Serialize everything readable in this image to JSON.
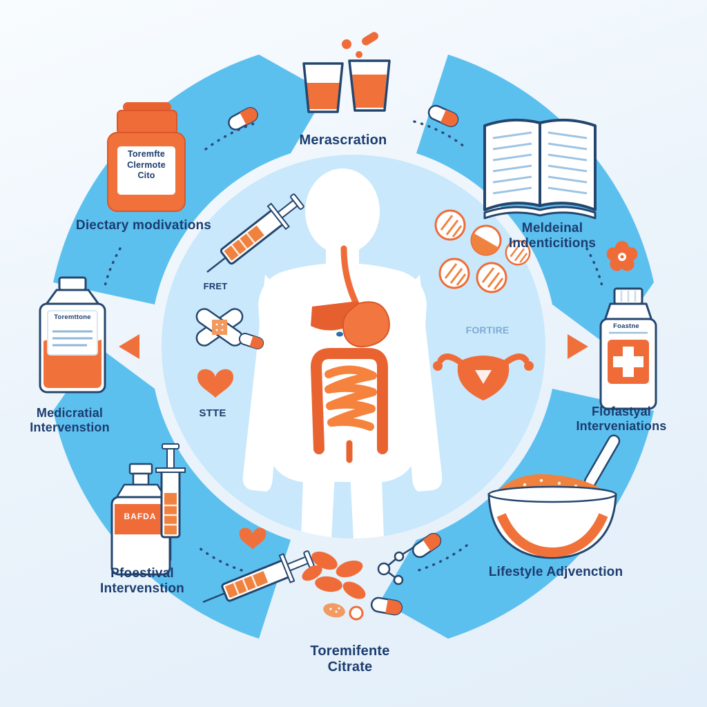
{
  "diagram": {
    "sections": {
      "top": {
        "label": "Merascration"
      },
      "top_left": {
        "label": "Diectary modivations",
        "jar_text": "Toremfte Clermote Cito"
      },
      "top_right": {
        "label": "Meldeinal Indenticitions"
      },
      "left": {
        "label": "Medicratial Intervenstion",
        "bottle_text": "Toremttone"
      },
      "right": {
        "label": "Flofastyal Interveniations",
        "bottle_text": "Foastne"
      },
      "bottom_left": {
        "label": "Pfoestival Intervenstion",
        "bottle_text": "BAFDA"
      },
      "bottom_right": {
        "label": "Lifestyle Adjvenction"
      },
      "bottom": {
        "label": "Toremifente Citrate"
      }
    },
    "center_labels": {
      "fret": "FRET",
      "stte": "STTE",
      "fortire": "FORTIRE"
    },
    "icons": [
      "drinking-glasses-icon",
      "capsule-icon",
      "pill-jar-icon",
      "open-book-icon",
      "flower-icon",
      "syringe-icon",
      "bandage-icon",
      "heart-icon",
      "tablet-pills-icon",
      "uterus-icon",
      "medicine-bottle-icon",
      "first-aid-bottle-icon",
      "powder-bowl-icon",
      "molecule-icon",
      "body-silhouette-icon",
      "digestive-organs-icon"
    ],
    "colors": {
      "background": "#edf5fc",
      "ring_blue": "#5cc0ef",
      "inner_circle_blue": "#c9e8fb",
      "accent_orange": "#f0703c",
      "outline_navy": "#24466e",
      "text_navy": "#1b3c6e"
    }
  }
}
